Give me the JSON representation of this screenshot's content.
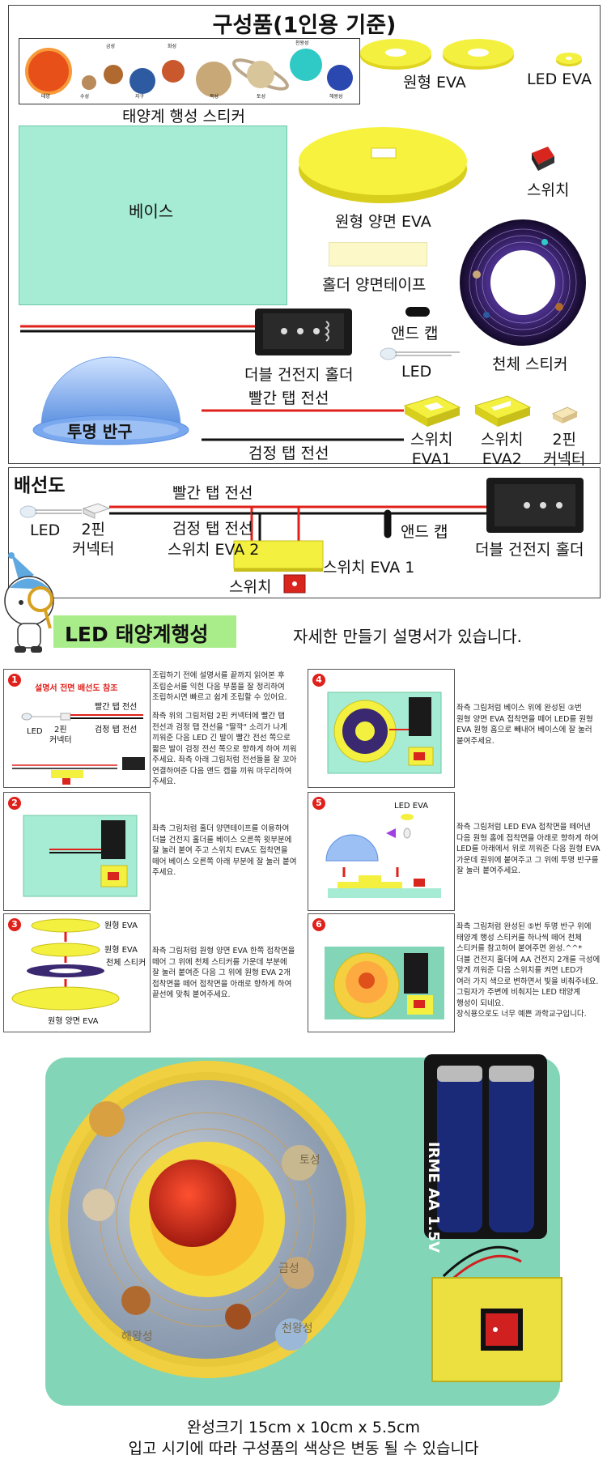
{
  "components": {
    "title": "구성품(1인용 기준)",
    "planet_sticker": "태양계 행성 스티커",
    "planet_names": [
      "태양",
      "수성",
      "금성",
      "지구",
      "화성",
      "목성",
      "토성",
      "천왕성",
      "해왕성"
    ],
    "round_eva": "원형 EVA",
    "led_eva": "LED EVA",
    "base": "베이스",
    "double_eva": "원형 양면 EVA",
    "switch": "스위치",
    "holder_tape": "홀더 양면테이프",
    "end_cap": "앤드 캡",
    "battery_holder": "더블 건전지 홀더",
    "led": "LED",
    "sky_sticker": "천체 스티커",
    "dome": "투명 반구",
    "red_wire": "빨간 탭 전선",
    "black_wire": "검정 탭 전선",
    "switch_eva1": "스위치\nEVA1",
    "switch_eva2": "스위치\nEVA2",
    "connector": "2핀\n커넥터"
  },
  "wiring": {
    "title": "배선도",
    "led": "LED",
    "connector": "2핀\n커넥터",
    "red_wire": "빨간 탭 전선",
    "black_wire": "검정 탭 전선",
    "switch_eva2": "스위치 EVA 2",
    "switch_eva1": "스위치 EVA 1",
    "switch": "스위치",
    "end_cap": "앤드 캡",
    "battery_holder": "더블 건전지 홀더"
  },
  "banner": {
    "product": "LED 태양계행성",
    "manual_note": "자세한 만들기 설명서가 있습니다."
  },
  "steps": [
    {
      "num": "1",
      "title": "설명서 전면 배선도 참조",
      "warning": "조립하기 전에 설명서를 끝까지 읽어본 후\n조립순서를 익힌 다음 부품을 잘 정리하여\n조립하시면 빠르고 쉽게 조립할 수 있어요.",
      "text": "좌측 위의 그림처럼 2핀 커넥터에 빨간 탭\n전선과 검정 탭 전선을 \"딸깍\" 소리가 나게\n끼워준 다음 LED 긴 발이 빨간 전선 쪽으로\n짧은 발이 검정 전선 쪽으로 향하게 하여 끼워\n주세요. 좌측 아래 그림처럼 전선들을 잘 꼬아\n연결하여준 다음 앤드 캡을 끼워 마무리하여\n주세요.",
      "labels": [
        "빨간 탭 전선",
        "LED",
        "2핀\n커넥터",
        "검정 탭 전선"
      ]
    },
    {
      "num": "2",
      "text": "좌측 그림처럼 홀더 양면테이프를 이용하여\n더블 건전지 홀더를 베이스 오른쪽 윗부분에\n잘 눌러 붙여 주고 스위치 EVA도 접착면을\n떼어 베이스 오른쪽 아래 부분에 잘 눌러 붙여\n주세요."
    },
    {
      "num": "3",
      "text": "좌측 그림처럼 원형 양면 EVA 한쪽 접착면을\n떼어 그 위에 천체 스티커를 가운데 부분에\n잘 눌러 붙여준 다음 그 위에 원형 EVA 2개\n접착면을 떼어 접착면을 아래로 향하게 하여\n끝선에 맞춰 붙여주세요.",
      "labels": [
        "원형 EVA",
        "원형 EVA",
        "천체 스티커",
        "원형 양면 EVA"
      ]
    },
    {
      "num": "4",
      "text": "좌측 그림처럼 베이스 위에 완성된 ③번\n원형 양면 EVA 접착면을 떼어 LED를 원형\nEVA 원형 홈으로 빼내어 베이스에 잘 눌러\n붙여주세요."
    },
    {
      "num": "5",
      "text": "좌측 그림처럼 LED EVA 접착면을 떼어낸\n다음 원형 홈에 접착면을 아래로 향하게 하여\nLED를 아래에서 위로 끼워준 다음 원형 EVA\n가운데 원위에 붙여주고 그 위에 투명 반구를\n잘 눌러 붙여주세요.",
      "labels": [
        "LED EVA"
      ]
    },
    {
      "num": "6",
      "text": "좌측 그림처럼 완성된 ⑤번 투명 반구 위에\n태양계 행성 스티커를 하나씩 떼어 천체\n스티커를 참고하여 붙여주면 완성.^^*\n더블 건전지 홀더에 AA 건전지 2개를 극성에\n맞게 끼워준 다음 스위치를 켜면 LED가\n여러 가지 색으로 변하면서 빛을 비춰주네요.\n그림자가 주변에 비춰지는 LED 태양계\n행성이 되네요.\n장식용으로도 너무 예쁜 과학교구입니다."
    }
  ],
  "photo": {
    "battery_text": "IRME  AA 1.5V",
    "dome_labels": [
      "토성",
      "금성",
      "천왕성",
      "해왕성"
    ]
  },
  "footer": {
    "size": "완성크기 15cm x 10cm x 5.5cm",
    "note": "입고 시기에 따라 구성품의 색상은 변동 될 수 있습니다"
  },
  "colors": {
    "base_green": "#a6ebd3",
    "eva_yellow": "#f4f040",
    "accent_red": "#e0201a",
    "banner_green": "#a9ed8b",
    "photo_green": "#82d5b6"
  }
}
